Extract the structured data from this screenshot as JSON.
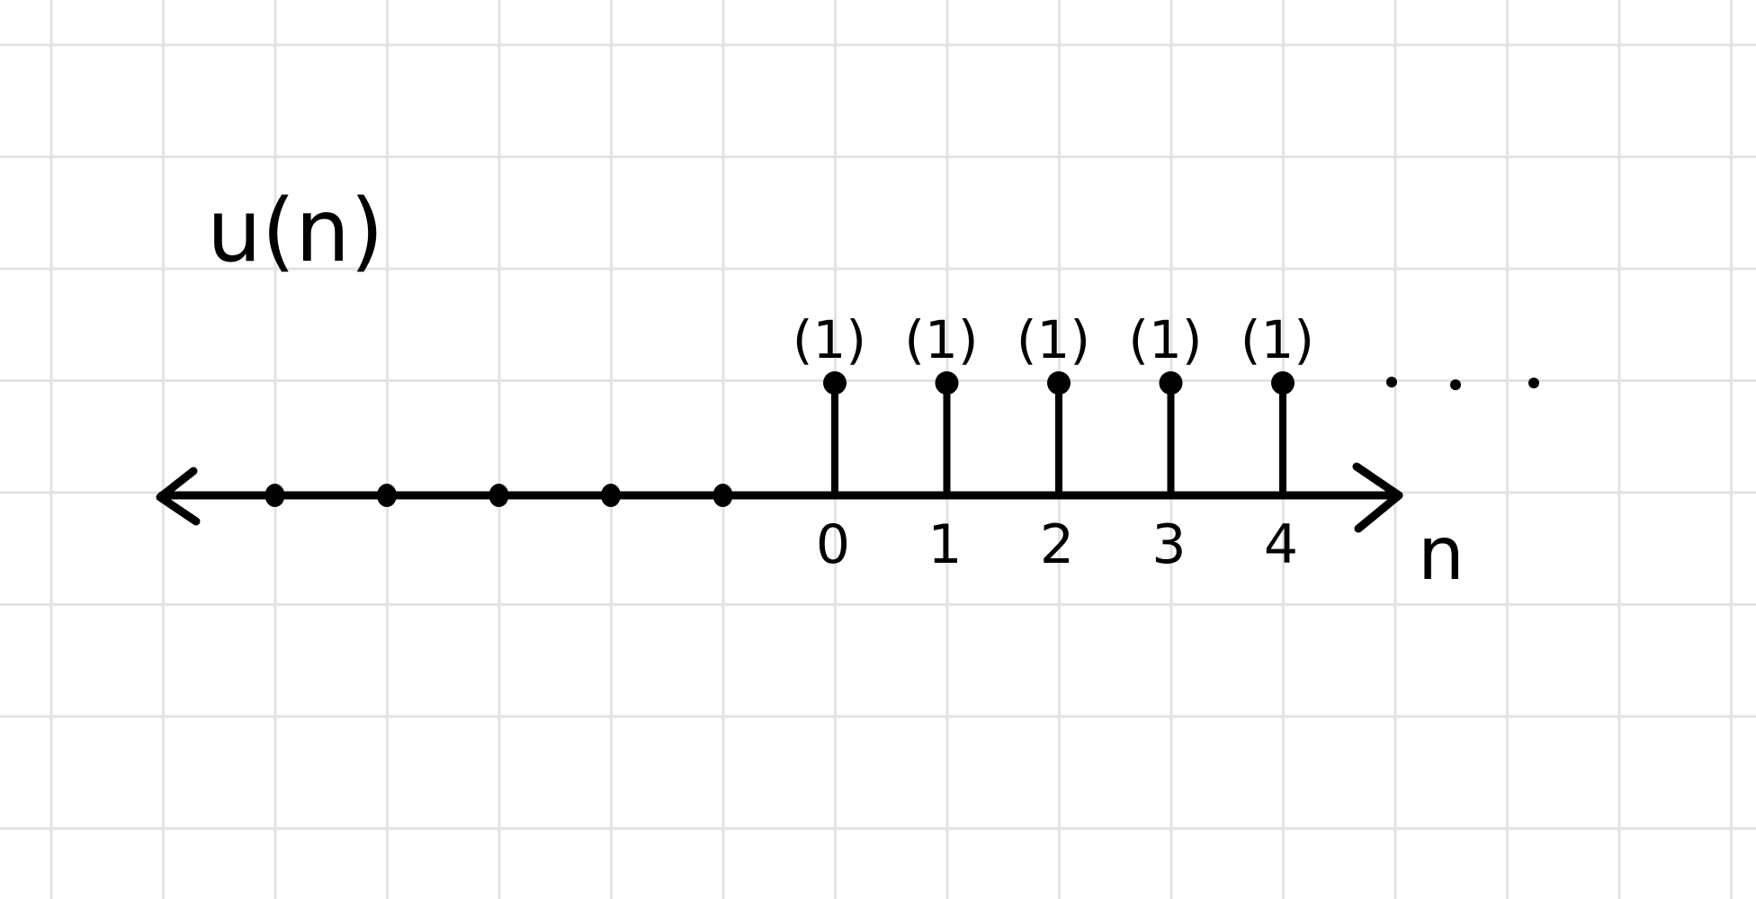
{
  "diagram": {
    "function_label": "u(n)",
    "axis_label": "n",
    "ellipsis": ". . .",
    "ink_color": "#000000",
    "grid_color": "#e3e3e3",
    "background_color": "#ffffff"
  },
  "chart_data": {
    "type": "scatter",
    "title": "",
    "ylabel": "u(n)",
    "xlabel": "n",
    "grid": true,
    "x_negative_dots": [
      -5,
      -4,
      -3,
      -2,
      -1
    ],
    "samples": [
      {
        "n": 0,
        "n_label": "0",
        "value": 1,
        "value_label": "(1)"
      },
      {
        "n": 1,
        "n_label": "1",
        "value": 1,
        "value_label": "(1)"
      },
      {
        "n": 2,
        "n_label": "2",
        "value": 1,
        "value_label": "(1)"
      },
      {
        "n": 3,
        "n_label": "3",
        "value": 1,
        "value_label": "(1)"
      },
      {
        "n": 4,
        "n_label": "4",
        "value": 1,
        "value_label": "(1)"
      }
    ],
    "continues": true
  }
}
